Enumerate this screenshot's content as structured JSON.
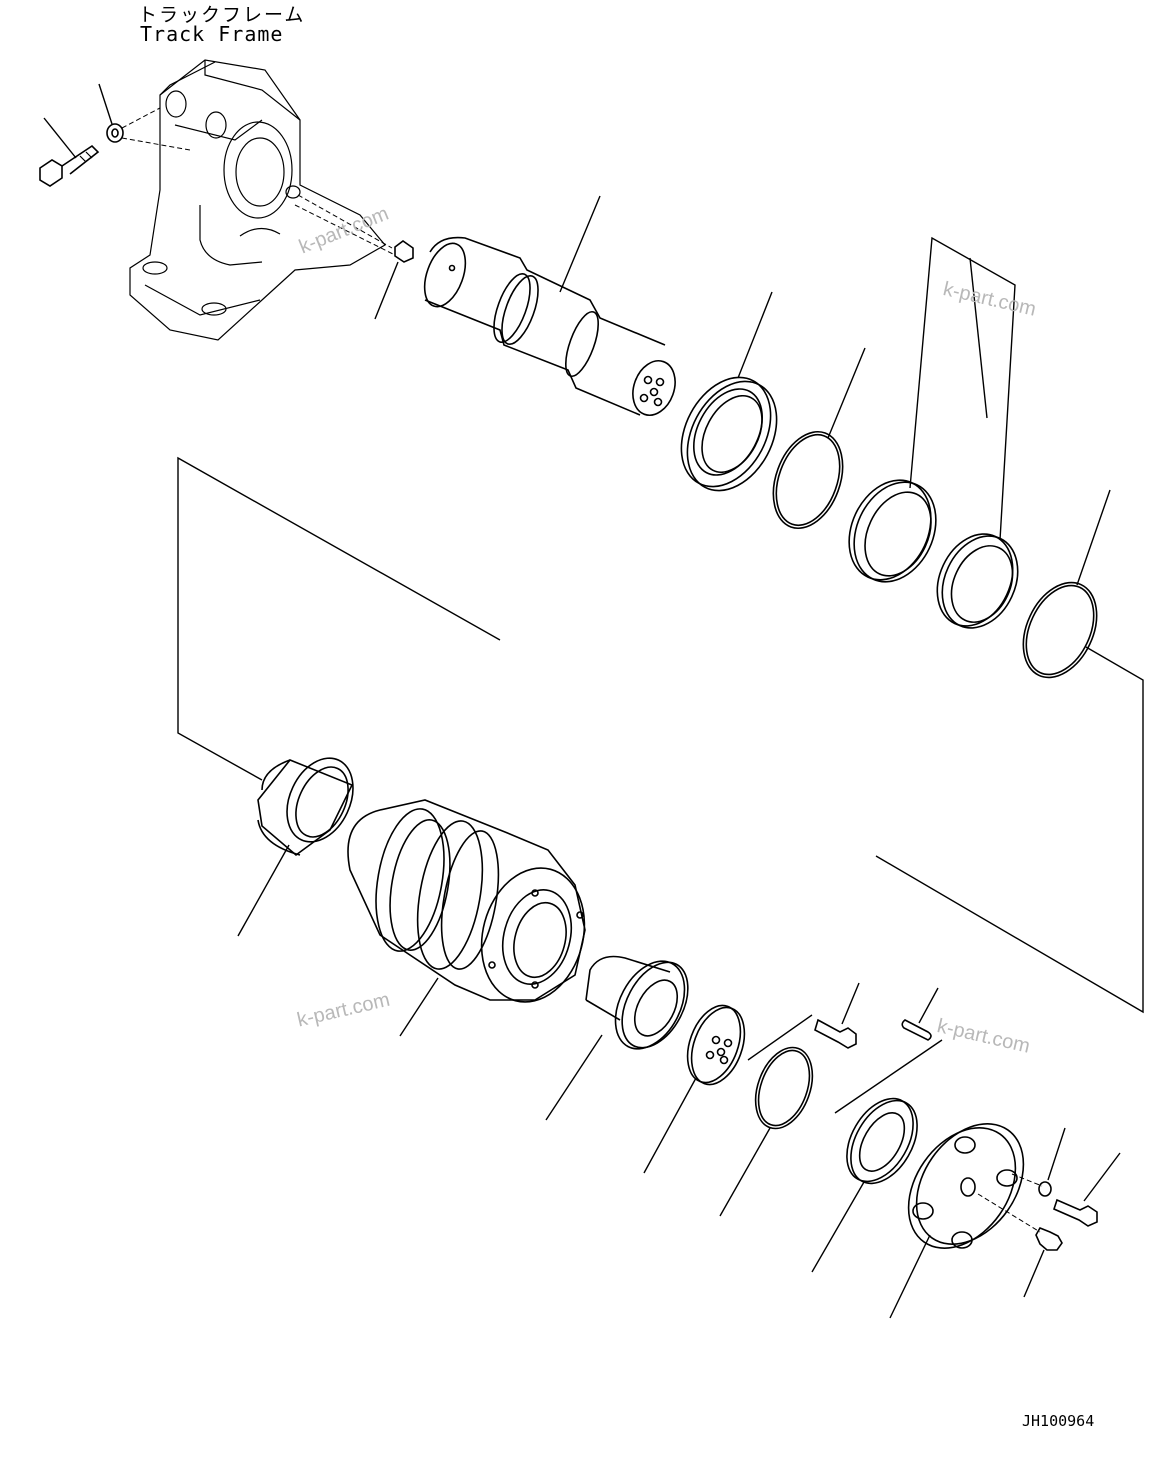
{
  "header": {
    "label_jp": "トラックフレーム",
    "label_en": "Track Frame"
  },
  "drawing_code": "JH100964",
  "watermarks": [
    "k-part.com",
    "k-part.com",
    "k-part.com",
    "k-part.com"
  ],
  "colors": {
    "line": "#000000",
    "background": "#ffffff",
    "watermark": "#b8b8b8"
  }
}
